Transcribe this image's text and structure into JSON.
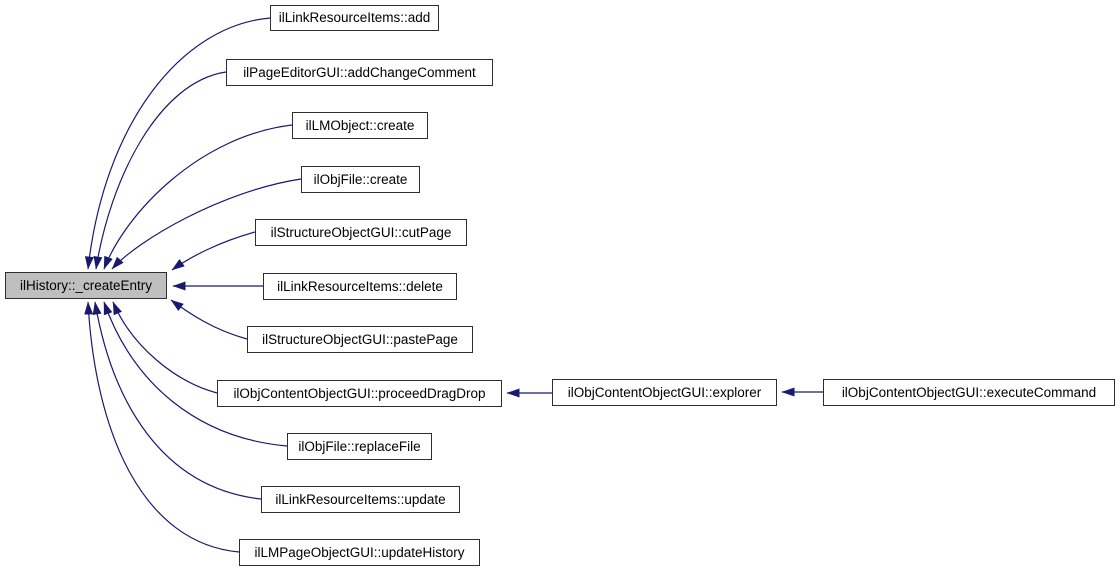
{
  "diagram": {
    "type": "caller-graph",
    "colors": {
      "edge": "#191970",
      "node_border": "#2e2e2e",
      "node_fill": "#ffffff",
      "highlight_fill": "#bfbfbf",
      "text": "#000000",
      "background": "#ffffff"
    },
    "nodes": [
      {
        "id": "createEntry",
        "label": "ilHistory::_createEntry",
        "highlighted": true
      },
      {
        "id": "add",
        "label": "ilLinkResourceItems::add",
        "highlighted": false
      },
      {
        "id": "addChangeComment",
        "label": "ilPageEditorGUI::addChangeComment",
        "highlighted": false
      },
      {
        "id": "lmCreate",
        "label": "ilLMObject::create",
        "highlighted": false
      },
      {
        "id": "fileCreate",
        "label": "ilObjFile::create",
        "highlighted": false
      },
      {
        "id": "cutPage",
        "label": "ilStructureObjectGUI::cutPage",
        "highlighted": false
      },
      {
        "id": "delete",
        "label": "ilLinkResourceItems::delete",
        "highlighted": false
      },
      {
        "id": "pastePage",
        "label": "ilStructureObjectGUI::pastePage",
        "highlighted": false
      },
      {
        "id": "proceedDragDrop",
        "label": "ilObjContentObjectGUI::proceedDragDrop",
        "highlighted": false
      },
      {
        "id": "explorer",
        "label": "ilObjContentObjectGUI::explorer",
        "highlighted": false
      },
      {
        "id": "executeCommand",
        "label": "ilObjContentObjectGUI::executeCommand",
        "highlighted": false
      },
      {
        "id": "replaceFile",
        "label": "ilObjFile::replaceFile",
        "highlighted": false
      },
      {
        "id": "update",
        "label": "ilLinkResourceItems::update",
        "highlighted": false
      },
      {
        "id": "updateHistory",
        "label": "ilLMPageObjectGUI::updateHistory",
        "highlighted": false
      }
    ],
    "edges": [
      {
        "from": "ilLinkResourceItems::add",
        "to": "ilHistory::_createEntry"
      },
      {
        "from": "ilPageEditorGUI::addChangeComment",
        "to": "ilHistory::_createEntry"
      },
      {
        "from": "ilLMObject::create",
        "to": "ilHistory::_createEntry"
      },
      {
        "from": "ilObjFile::create",
        "to": "ilHistory::_createEntry"
      },
      {
        "from": "ilStructureObjectGUI::cutPage",
        "to": "ilHistory::_createEntry"
      },
      {
        "from": "ilLinkResourceItems::delete",
        "to": "ilHistory::_createEntry"
      },
      {
        "from": "ilStructureObjectGUI::pastePage",
        "to": "ilHistory::_createEntry"
      },
      {
        "from": "ilObjContentObjectGUI::proceedDragDrop",
        "to": "ilHistory::_createEntry"
      },
      {
        "from": "ilObjFile::replaceFile",
        "to": "ilHistory::_createEntry"
      },
      {
        "from": "ilLinkResourceItems::update",
        "to": "ilHistory::_createEntry"
      },
      {
        "from": "ilLMPageObjectGUI::updateHistory",
        "to": "ilHistory::_createEntry"
      },
      {
        "from": "ilObjContentObjectGUI::explorer",
        "to": "ilObjContentObjectGUI::proceedDragDrop"
      },
      {
        "from": "ilObjContentObjectGUI::executeCommand",
        "to": "ilObjContentObjectGUI::explorer"
      }
    ]
  }
}
